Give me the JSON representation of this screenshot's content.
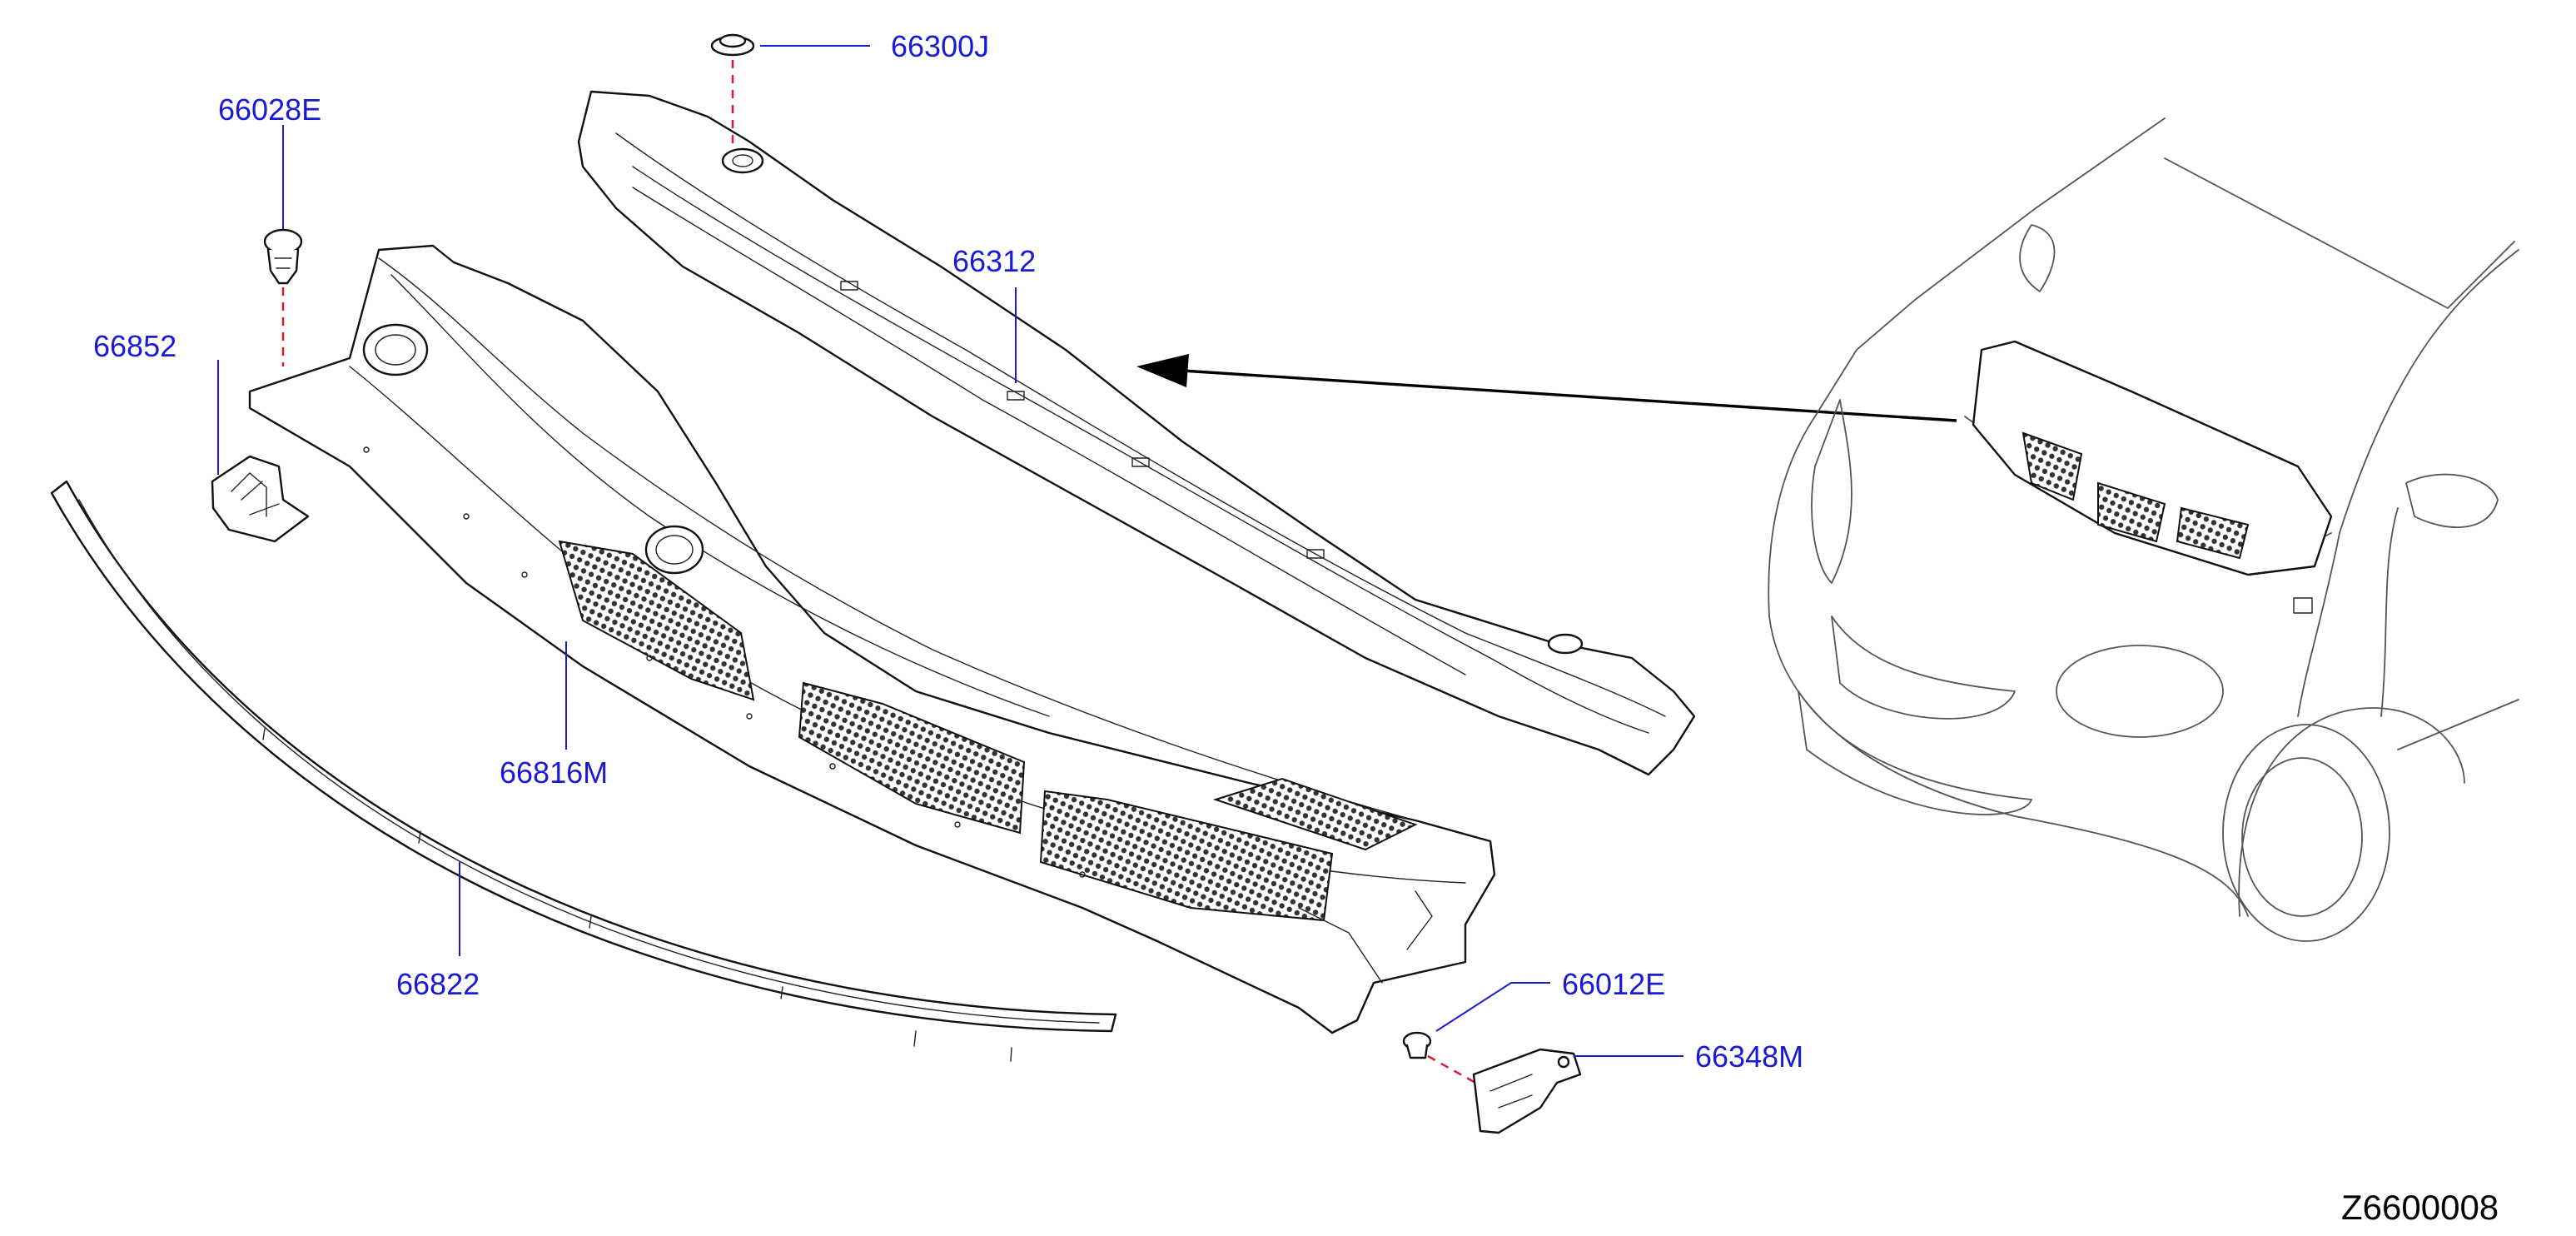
{
  "diagram": {
    "id_code": "Z6600008",
    "colors": {
      "label": "#1a1ad6",
      "leader": "#1a1ad6",
      "fastener_axis": "#e0192a",
      "drawing": "#111111"
    },
    "parts": [
      {
        "number": "66300J"
      },
      {
        "number": "66028E"
      },
      {
        "number": "66312"
      },
      {
        "number": "66852"
      },
      {
        "number": "66816M"
      },
      {
        "number": "66822"
      },
      {
        "number": "66012E"
      },
      {
        "number": "66348M"
      }
    ]
  }
}
